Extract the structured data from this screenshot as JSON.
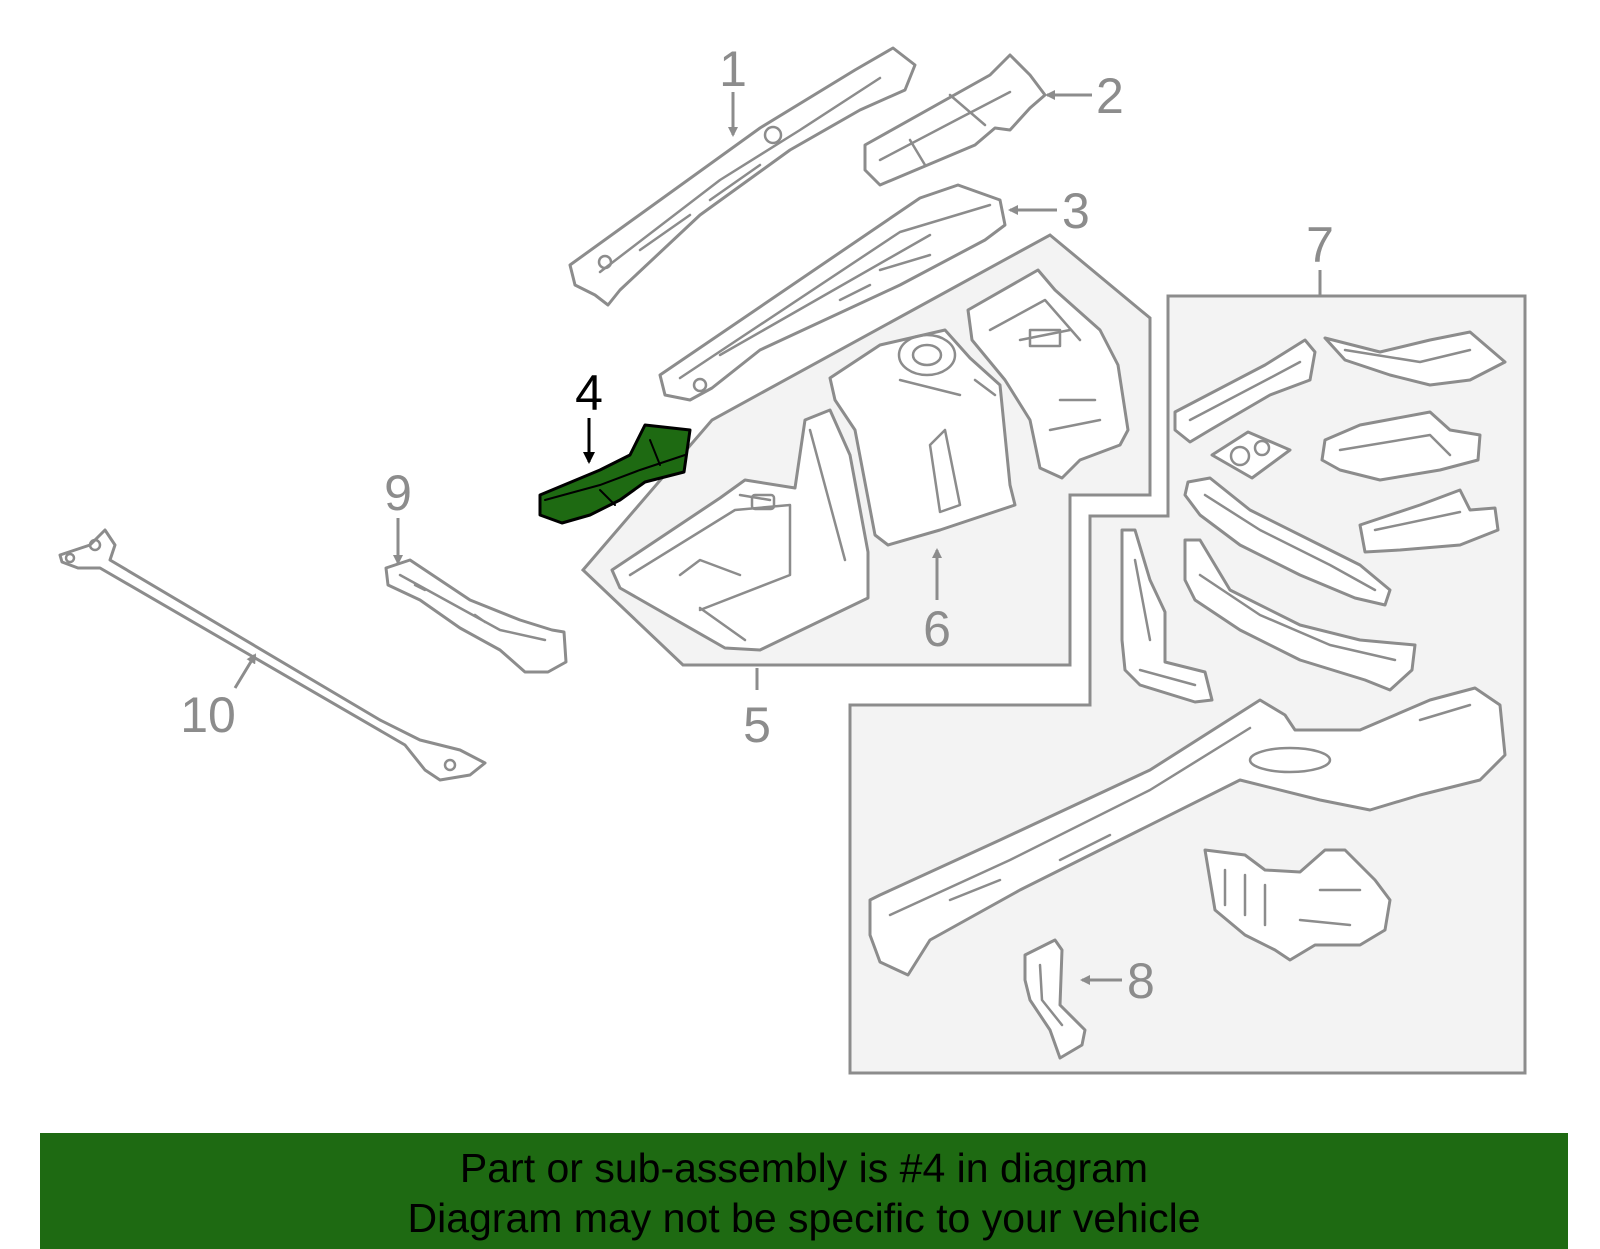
{
  "diagram": {
    "highlighted_part": "4",
    "highlight_color": "#1e6a12",
    "line_color": "#8c8c8c",
    "callouts": [
      "1",
      "2",
      "3",
      "4",
      "5",
      "6",
      "7",
      "8",
      "9",
      "10"
    ]
  },
  "banner": {
    "line1": "Part or sub-assembly is #4 in diagram",
    "line2": "Diagram may not be specific to your vehicle",
    "background": "#1e6a12"
  }
}
